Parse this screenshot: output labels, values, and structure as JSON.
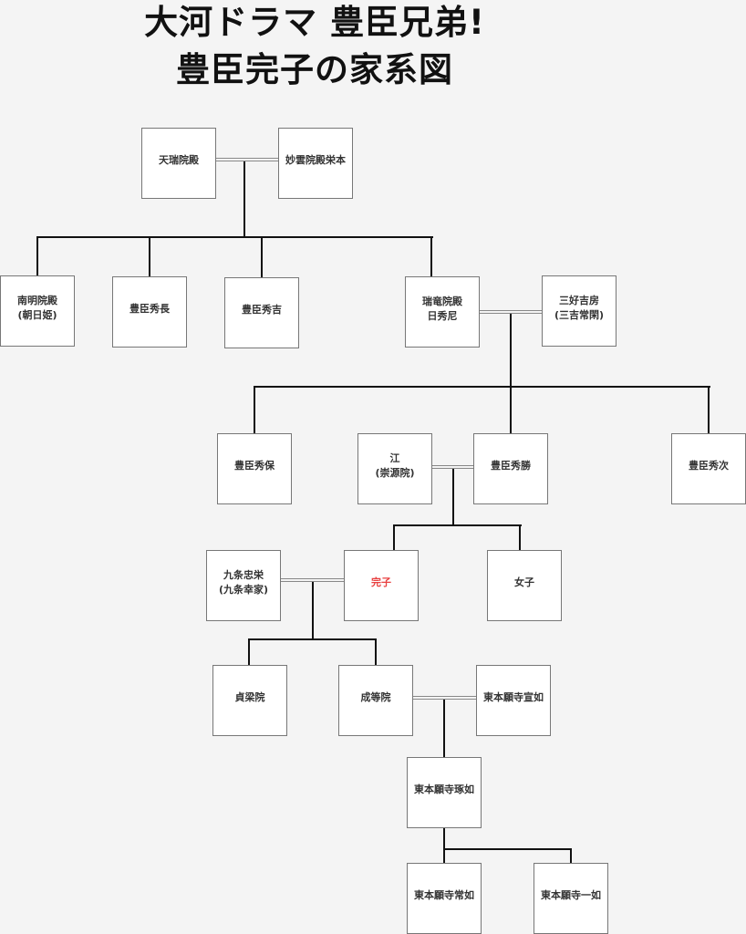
{
  "title": {
    "line1": "大河ドラマ 豊臣兄弟!",
    "line2": "豊臣完子の家系図"
  },
  "highlight_color": "#e84040",
  "nodes": {
    "tenzuiin": {
      "l1": "天瑞院殿",
      "l2": ""
    },
    "myounin": {
      "l1": "妙雲院殿栄本",
      "l2": ""
    },
    "nanmeiin": {
      "l1": "南明院殿",
      "l2": "(朝日姫)"
    },
    "hidenaga": {
      "l1": "豊臣秀長",
      "l2": ""
    },
    "hideyoshi": {
      "l1": "豊臣秀吉",
      "l2": ""
    },
    "zuiryuin": {
      "l1": "瑞竜院殿",
      "l2": "日秀尼"
    },
    "yoshifusa": {
      "l1": "三好吉房",
      "l2": "(三吉常閑)"
    },
    "hideyasu": {
      "l1": "豊臣秀保",
      "l2": ""
    },
    "gou": {
      "l1": "江",
      "l2": "(崇源院)"
    },
    "hidekatsu": {
      "l1": "豊臣秀勝",
      "l2": ""
    },
    "hidetsugu": {
      "l1": "豊臣秀次",
      "l2": ""
    },
    "tadasakae": {
      "l1": "九条忠栄",
      "l2": "(九条幸家)"
    },
    "sadako": {
      "l1": "完子",
      "l2": ""
    },
    "joshi": {
      "l1": "女子",
      "l2": ""
    },
    "teiryoin": {
      "l1": "貞梁院",
      "l2": ""
    },
    "seitouin": {
      "l1": "成等院",
      "l2": ""
    },
    "sennyo": {
      "l1": "東本願寺宣如",
      "l2": ""
    },
    "takunyo": {
      "l1": "東本願寺琢如",
      "l2": ""
    },
    "jonyo": {
      "l1": "東本願寺常如",
      "l2": ""
    },
    "ichinyo": {
      "l1": "東本願寺一如",
      "l2": ""
    }
  }
}
